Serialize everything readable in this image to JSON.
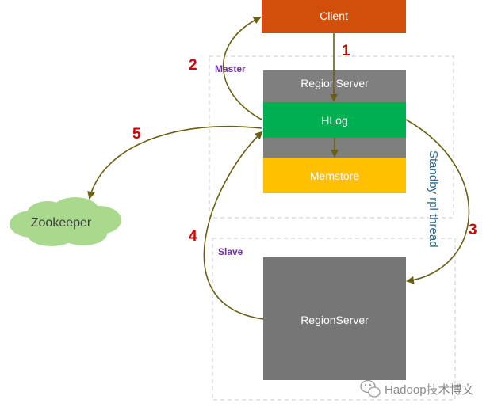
{
  "client": {
    "label": "Client",
    "color": "#d14f0a"
  },
  "master": {
    "label": "Master",
    "region_server": "RegionServer",
    "hlog": "HLog",
    "memstore": "Memstore",
    "colors": {
      "region_server": "#7f7f7f",
      "hlog": "#00b050",
      "memstore": "#ffc000"
    }
  },
  "slave": {
    "label": "Slave",
    "region_server": "RegionServer",
    "color": "#767676"
  },
  "zookeeper": {
    "label": "Zookeeper",
    "color": "#a9d98c"
  },
  "standby_thread": {
    "label": "Standby rpl  thread"
  },
  "steps": {
    "s1": "1",
    "s2": "2",
    "s3": "3",
    "s4": "4",
    "s5": "5"
  },
  "watermark": {
    "text": "Hadoop技术博文",
    "icon": "wechat-icon"
  }
}
